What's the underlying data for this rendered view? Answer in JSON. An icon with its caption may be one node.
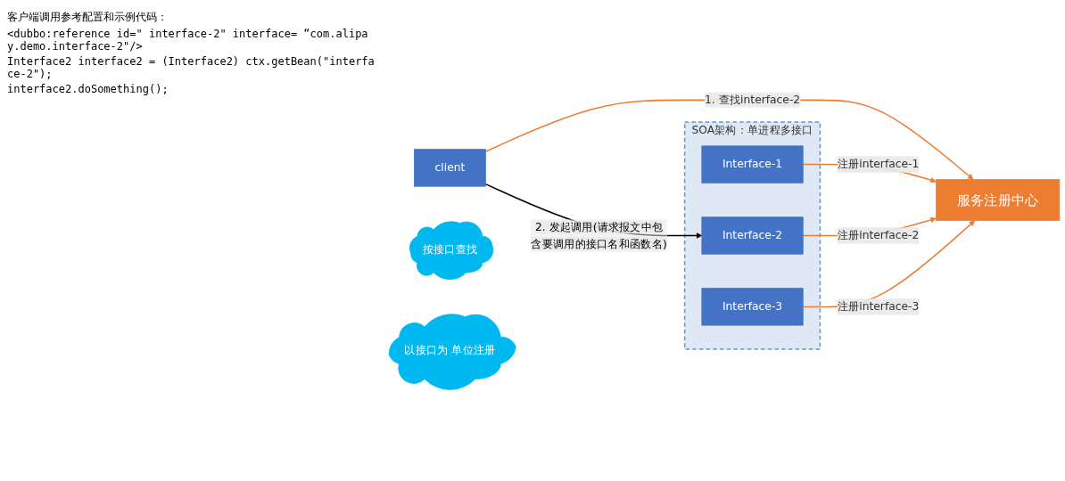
{
  "diagram": {
    "nodes": [
      {
        "text": [
          "client"
        ]
      },
      {
        "text": [
          "SOA架构：单进程多接口"
        ]
      },
      {
        "text": [
          "Interface-1"
        ],
        "in": 1
      },
      {
        "text": [
          "Interface-2"
        ],
        "in": 1
      },
      {
        "text": [
          "Interface-3"
        ],
        "in": 1
      },
      {
        "text": [
          "服务注册中心"
        ]
      },
      {
        "text": [
          "按接口查找"
        ]
      },
      {
        "text": [
          "以接口为 单位注册"
        ]
      }
    ],
    "edges": [
      {
        "from": 0,
        "to": 3,
        "arrow": "to",
        "label": "2. 发起调用(请求报文中包含要调用的接口名和函数名)",
        "color": "#000000"
      },
      {
        "from": 0,
        "to": 5,
        "arrow": "to",
        "label": "1. 查找interface-2"
      },
      {
        "from": 2,
        "to": 5,
        "arrow": "to",
        "label": "注册interface-1"
      },
      {
        "from": 3,
        "to": 5,
        "arrow": "to",
        "label": "注册interface-2"
      },
      {
        "from": 4,
        "to": 5,
        "arrow": "to",
        "label": "注册interface-3"
      }
    ],
    "labels": [
      "客户端调用参考配置和示例代码：",
      "<dubbo:reference id=\" interface-2\" interface= “com.alipay.demo.interface-2\"/>",
      "Interface2 interface2 = (Interface2) ctx.getBean(\"interface-2\");",
      "interface2.doSomething();"
    ]
  }
}
